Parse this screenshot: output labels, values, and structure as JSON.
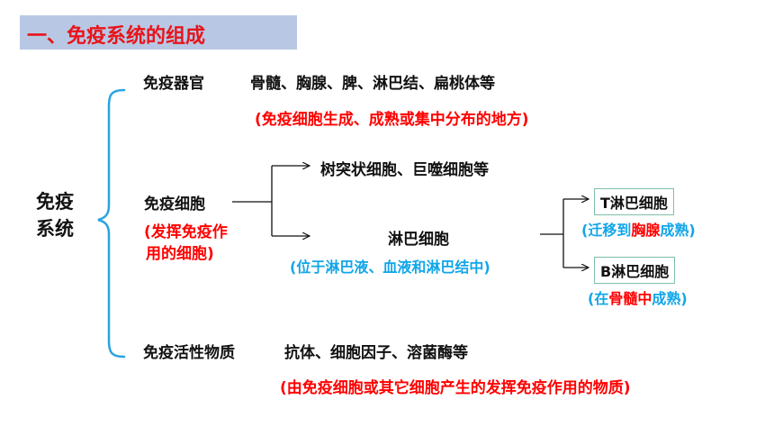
{
  "title": "一、免疫系统的组成",
  "root": {
    "line1": "免疫",
    "line2": "系统"
  },
  "organs": {
    "label": "免疫器官",
    "items": "骨髓、胸腺、脾、淋巴结、扁桃体等",
    "note": "(免疫细胞生成、成熟或集中分布的地方)"
  },
  "cells": {
    "label": "免疫细胞",
    "note_line1": "(发挥免疫作",
    "note_line2": "用的细胞)",
    "branch_top": "树突状细胞、巨噬细胞等",
    "lymph": {
      "label": "淋巴细胞",
      "note": "(位于淋巴液、血液和淋巴结中)",
      "t_cell": {
        "label": "T淋巴细胞",
        "note_open": "(迁移到",
        "note_place": "胸腺",
        "note_close": "成熟)"
      },
      "b_cell": {
        "label": "B淋巴细胞",
        "note_open": "(在",
        "note_place": "骨髓中",
        "note_close": "成熟)"
      }
    }
  },
  "substances": {
    "label": "免疫活性物质",
    "items": "抗体、细胞因子、溶菌酶等",
    "note": "(由免疫细胞或其它细胞产生的发挥免疫作用的物质)"
  },
  "colors": {
    "title_bg": "#b8c8e4",
    "title_text": "#e8141a",
    "red": "#ff0000",
    "blue": "#12a6e8",
    "brace": "#29a3e0",
    "box_border": "#7fbfa8"
  }
}
